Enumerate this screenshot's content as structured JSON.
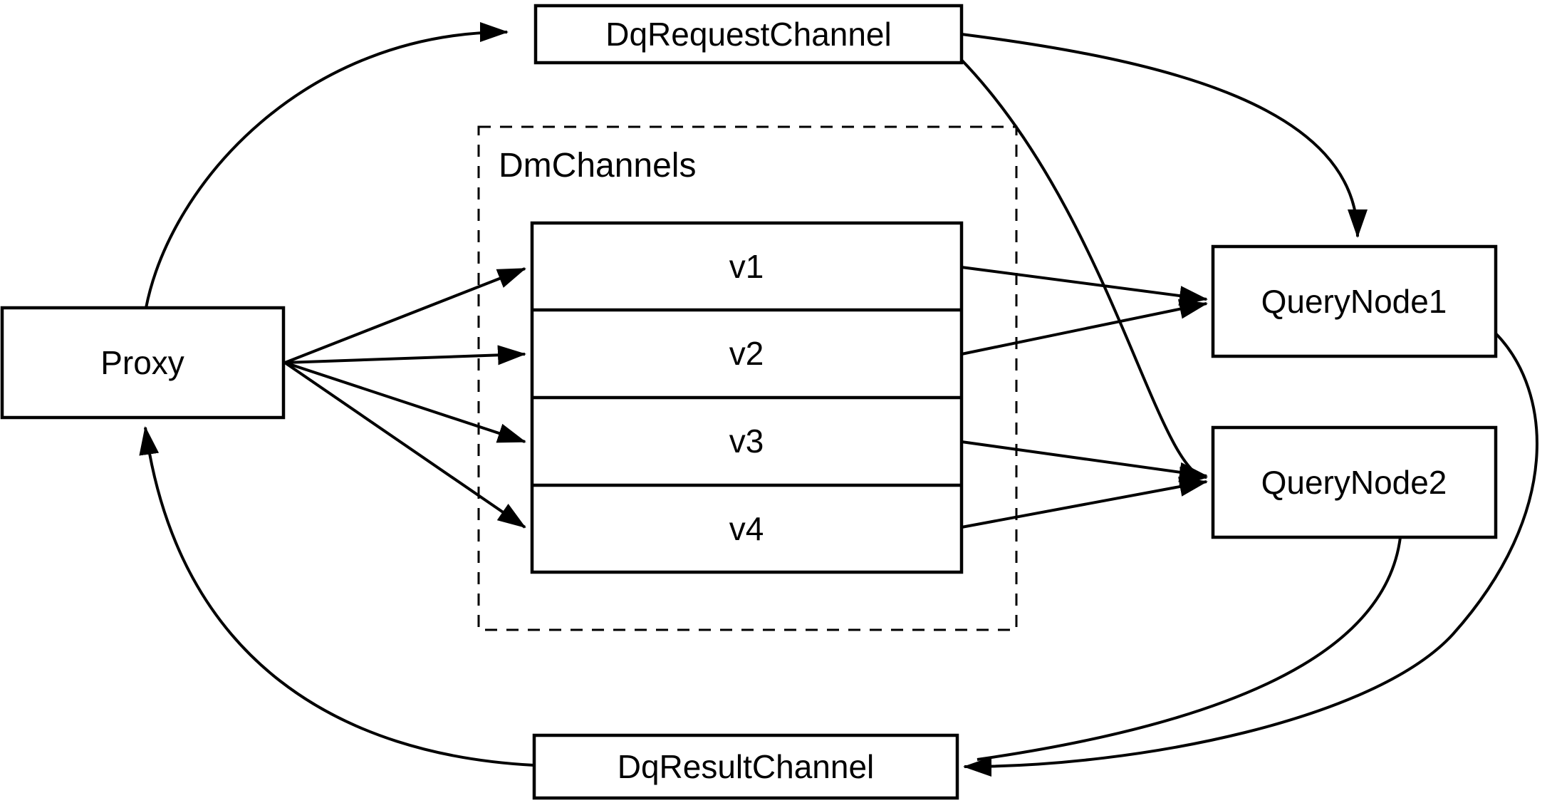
{
  "diagram": {
    "nodes": {
      "proxy": "Proxy",
      "dq_request_channel": "DqRequestChannel",
      "dm_channels": "DmChannels",
      "query_node_1": "QueryNode1",
      "query_node_2": "QueryNode2",
      "dq_result_channel": "DqResultChannel"
    },
    "channels": [
      "v1",
      "v2",
      "v3",
      "v4"
    ],
    "edges": [
      {
        "from": "Proxy",
        "to": "DqRequestChannel"
      },
      {
        "from": "DqRequestChannel",
        "to": "QueryNode1"
      },
      {
        "from": "DqRequestChannel",
        "to": "QueryNode2"
      },
      {
        "from": "Proxy",
        "to": "v1"
      },
      {
        "from": "Proxy",
        "to": "v2"
      },
      {
        "from": "Proxy",
        "to": "v3"
      },
      {
        "from": "Proxy",
        "to": "v4"
      },
      {
        "from": "v1",
        "to": "QueryNode1"
      },
      {
        "from": "v2",
        "to": "QueryNode1"
      },
      {
        "from": "v3",
        "to": "QueryNode2"
      },
      {
        "from": "v4",
        "to": "QueryNode2"
      },
      {
        "from": "QueryNode1",
        "to": "DqResultChannel"
      },
      {
        "from": "QueryNode2",
        "to": "DqResultChannel"
      },
      {
        "from": "DqResultChannel",
        "to": "Proxy"
      }
    ],
    "colors": {
      "stroke": "#000000",
      "background": "#ffffff",
      "box_fill": "#ffffff"
    }
  }
}
